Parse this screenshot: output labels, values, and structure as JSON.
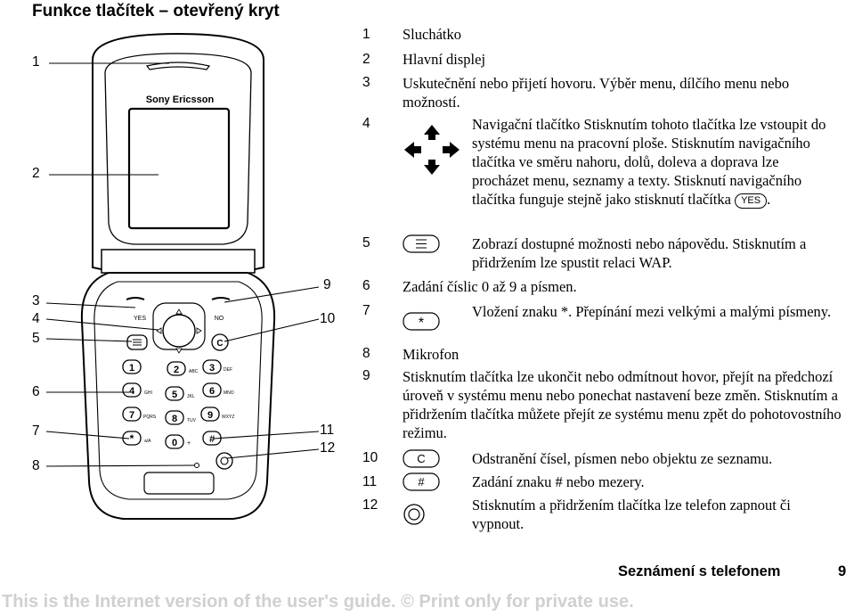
{
  "title": "Funkce tlačítek – otevřený kryt",
  "phone": {
    "brand": "Sony Ericsson"
  },
  "callouts_left": [
    "1",
    "2",
    "3",
    "4",
    "5",
    "6",
    "7",
    "8"
  ],
  "callouts_right": [
    "9",
    "10",
    "11",
    "12"
  ],
  "keys": {
    "k1": "1",
    "k1sub": "",
    "k2": "2",
    "k2sub": "ABC",
    "k3": "3",
    "k3sub": "DEF",
    "k4": "4",
    "k4sub": "GHI",
    "k5": "5",
    "k5sub": "JKL",
    "k6": "6",
    "k6sub": "MNO",
    "k7": "7",
    "k7sub": "PQRS",
    "k8": "8",
    "k8sub": "TUV",
    "k9": "9",
    "k9sub": "WXYZ",
    "kstar": "*",
    "kstarsub": "a/A",
    "k0": "0",
    "k0sub": "+",
    "khash": "#",
    "yes": "YES",
    "no": "NO"
  },
  "items": [
    {
      "n": "1",
      "text": "Sluchátko"
    },
    {
      "n": "2",
      "text": "Hlavní displej"
    },
    {
      "n": "3",
      "text": "Uskutečnění nebo přijetí hovoru. Výběr menu, dílčího menu nebo možností."
    },
    {
      "n": "4",
      "icon": "navigation-key-icon",
      "text": "Navigační tlačítko Stisknutím tohoto tlačítka lze vstoupit do systému menu na pracovní ploše. Stisknutím navigačního tlačítka ve směru nahoru, dolů, doleva a doprava lze procházet menu, seznamy a texty. Stisknutí navigačního tlačítka funguje stejně jako stisknutí tlačítka",
      "key_label": "YES",
      "text_end": "."
    },
    {
      "n": "5",
      "icon": "options-key-icon",
      "text": "Zobrazí dostupné možnosti nebo nápovědu. Stisknutím a přidržením lze spustit relaci WAP."
    },
    {
      "n": "6",
      "text": "Zadání číslic 0 až 9 a písmen."
    },
    {
      "n": "7",
      "icon": "star-key-icon",
      "text": "Vložení znaku *. Přepínání mezi velkými a malými písmeny."
    },
    {
      "n": "8",
      "text": "Mikrofon"
    },
    {
      "n": "9",
      "text": "Stisknutím tlačítka lze ukončit nebo odmítnout hovor, přejít na předchozí úroveň v systému menu nebo ponechat nastavení beze změn. Stisknutím a přidržením tlačítka můžete přejít ze systému menu zpět do pohotovostního režimu."
    },
    {
      "n": "10",
      "icon": "clear-key-icon",
      "icon_label": "C",
      "text": "Odstranění čísel, písmen nebo objektu ze seznamu."
    },
    {
      "n": "11",
      "icon": "hash-key-icon",
      "icon_label": "#",
      "text": "Zadání znaku # nebo mezery."
    },
    {
      "n": "12",
      "icon": "power-key-icon",
      "text": "Stisknutím a přidržením tlačítka lze telefon zapnout či vypnout."
    }
  ],
  "footer": {
    "section": "Seznámení s telefonem",
    "page": "9"
  },
  "watermark": "This is the Internet version of the user's guide. © Print only for private use."
}
